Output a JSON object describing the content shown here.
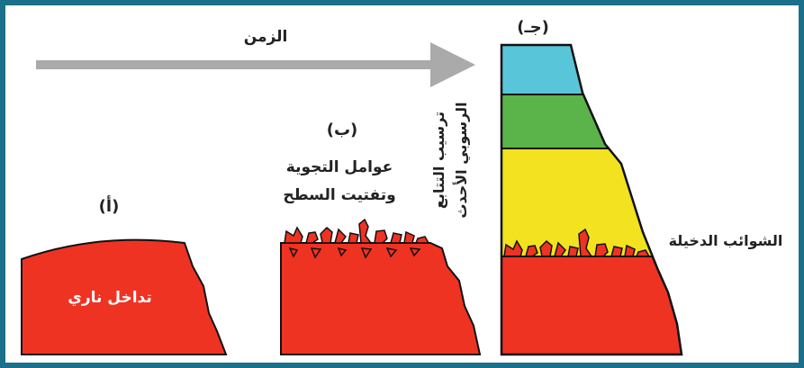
{
  "title_arrow_label": "الزمن",
  "stage_a": {
    "label": "(أ)",
    "body_text": "تداخل ناري"
  },
  "stage_b": {
    "label": "(ب)",
    "caption_line1": "عوامل التجوية",
    "caption_line2": "وتفتيت السطح"
  },
  "stage_c": {
    "label": "(جـ)"
  },
  "vertical_caption": {
    "line1": "ترسيب التتابع",
    "line2": "الرسوبي الأحدث"
  },
  "xenoliths_label": "الشوائب الدخيلة",
  "colors": {
    "frame": "#1a6f8a",
    "igneous": "#ef3323",
    "arrow": "#aaaaaa",
    "layer_top": "#58c6d8",
    "layer_mid": "#5bb44a",
    "layer_low": "#f2e21f"
  }
}
